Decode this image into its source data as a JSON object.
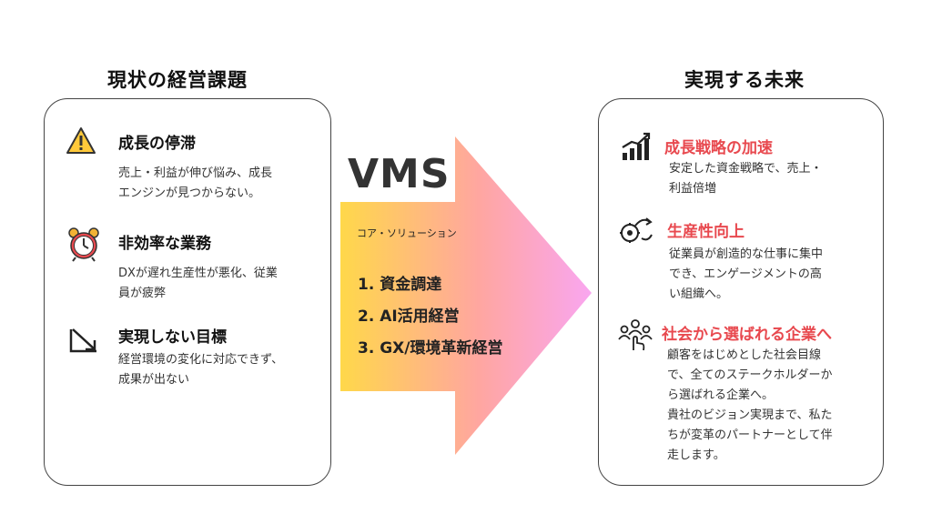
{
  "left": {
    "heading": "現状の経営課題",
    "items": [
      {
        "title": "成長の停滞",
        "desc": "売上・利益が伸び悩み、成長\nエンジンが見つからない。",
        "icon": "warning-icon"
      },
      {
        "title": "非効率な業務",
        "desc": "DXが遅れ生産性が悪化、従業\n員が疲弊",
        "icon": "alarm-clock-icon"
      },
      {
        "title": "実現しない目標",
        "desc": "経営環境の変化に対応できず、\n成果が出ない",
        "icon": "declining-chart-icon"
      }
    ]
  },
  "center": {
    "title": "VMS",
    "label": "コア・ソリューション",
    "items": [
      "1. 資金調達",
      "2. AI活用経営",
      "3. GX/環境革新経営"
    ],
    "gradient": [
      "#ffd84a",
      "#ffa6a0",
      "#f9a6f0"
    ]
  },
  "right": {
    "heading": "実現する未来",
    "items": [
      {
        "title": "成長戦略の加速",
        "desc": "安定した資金戦略で、売上・\n利益倍増",
        "icon": "growth-chart-icon"
      },
      {
        "title": "生産性向上",
        "desc": "従業員が創造的な仕事に集中\nでき、エンゲージメントの高\nい組織へ。",
        "icon": "productivity-icon"
      },
      {
        "title": "社会から選ばれる企業へ",
        "desc": "顧客をはじめとした社会目線\nで、全てのステークホルダーか\nら選ばれる企業へ。\n貴社のビジョン実現まで、私た\nちが変革のパートナーとして伴\n走します。",
        "icon": "people-select-icon"
      }
    ],
    "accent": "#e8494f"
  }
}
